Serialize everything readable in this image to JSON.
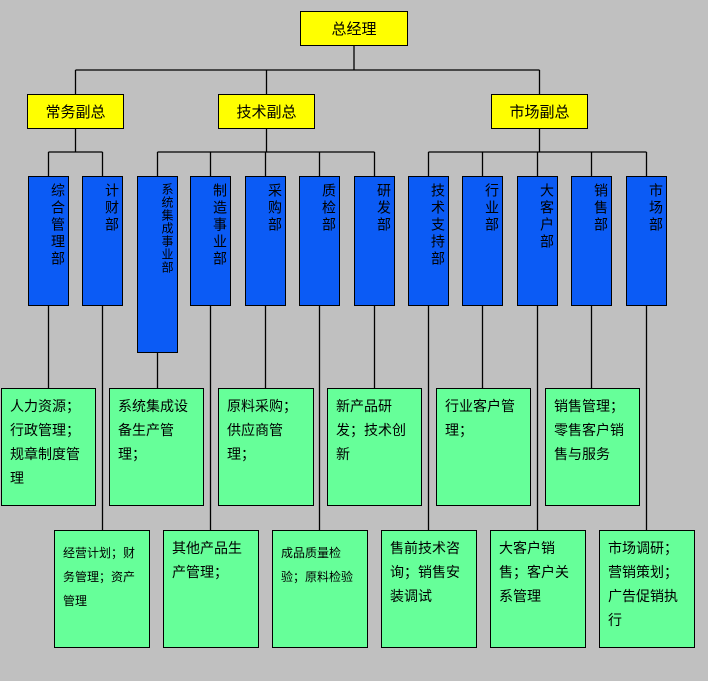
{
  "top": {
    "title": "总经理"
  },
  "vps": [
    {
      "id": "ops",
      "label": "常务副总"
    },
    {
      "id": "tech",
      "label": "技术副总"
    },
    {
      "id": "mkt",
      "label": "市场副总"
    }
  ],
  "departments": [
    {
      "id": "general-admin",
      "label": "综合管理部",
      "parent": "ops"
    },
    {
      "id": "finance",
      "label": "计财部",
      "parent": "ops"
    },
    {
      "id": "system-integration",
      "label": "系统集成事业部",
      "parent": "tech"
    },
    {
      "id": "manufacturing",
      "label": "制造事业部",
      "parent": "tech"
    },
    {
      "id": "procurement",
      "label": "采购部",
      "parent": "tech"
    },
    {
      "id": "quality",
      "label": "质检部",
      "parent": "tech"
    },
    {
      "id": "rnd",
      "label": "研发部",
      "parent": "tech"
    },
    {
      "id": "tech-support",
      "label": "技术支持部",
      "parent": "mkt"
    },
    {
      "id": "industry",
      "label": "行业部",
      "parent": "mkt"
    },
    {
      "id": "key-account",
      "label": "大客户部",
      "parent": "mkt"
    },
    {
      "id": "sales",
      "label": "销售部",
      "parent": "mkt"
    },
    {
      "id": "market",
      "label": "市场部",
      "parent": "mkt"
    }
  ],
  "duties": [
    {
      "dept": "general-admin",
      "text": "人力资源；行政管理；规章制度管理"
    },
    {
      "dept": "finance",
      "text": "经营计划；财务管理；资产管理"
    },
    {
      "dept": "system-integration",
      "text": "系统集成设备生产管理；"
    },
    {
      "dept": "manufacturing",
      "text": "其他产品生产管理；"
    },
    {
      "dept": "procurement",
      "text": "原料采购；供应商管理；"
    },
    {
      "dept": "quality",
      "text": "成品质量检验；原料检验"
    },
    {
      "dept": "rnd",
      "text": "新产品研发；技术创新"
    },
    {
      "dept": "tech-support",
      "text": "售前技术咨询；销售安装调试"
    },
    {
      "dept": "industry",
      "text": "行业客户管理；"
    },
    {
      "dept": "key-account",
      "text": "大客户销售；客户关系管理"
    },
    {
      "dept": "sales",
      "text": "销售管理；零售客户销售与服务"
    },
    {
      "dept": "market",
      "text": "市场调研；营销策划；广告促销执行"
    }
  ],
  "colors": {
    "background": "#c0c0c0",
    "executive": "#ffff00",
    "department": "#0b5bf5",
    "duty": "#66ff99",
    "line": "#000000"
  }
}
